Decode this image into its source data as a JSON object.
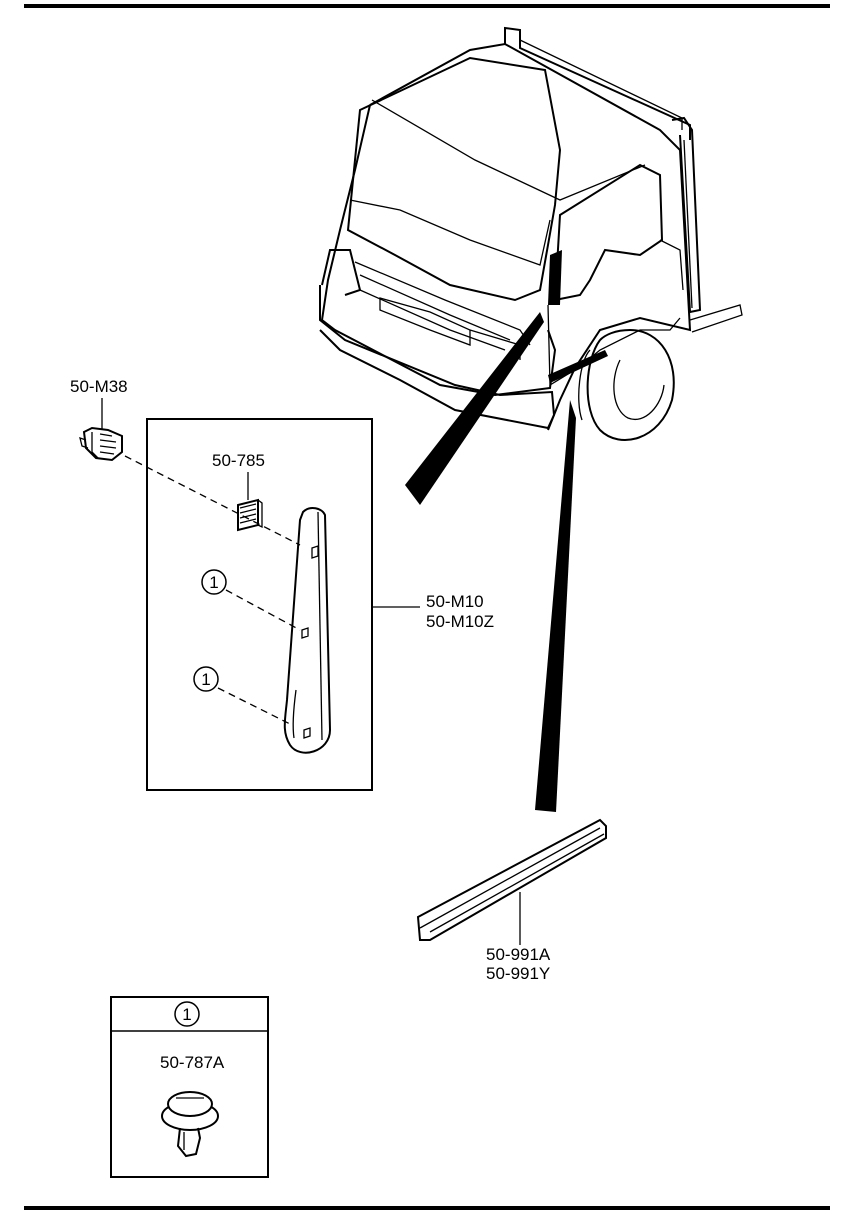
{
  "parts": {
    "clip_fastener": "50-M38",
    "fastener_pad": "50-785",
    "garnish_left": "50-M10",
    "garnish_left_alt": "50-M10Z",
    "side_molding": "50-991A",
    "side_molding_alt": "50-991Y",
    "clip_detail": "50-787A"
  },
  "callouts": {
    "ref_1": "1"
  },
  "colors": {
    "ink": "#000000",
    "paper": "#ffffff"
  }
}
